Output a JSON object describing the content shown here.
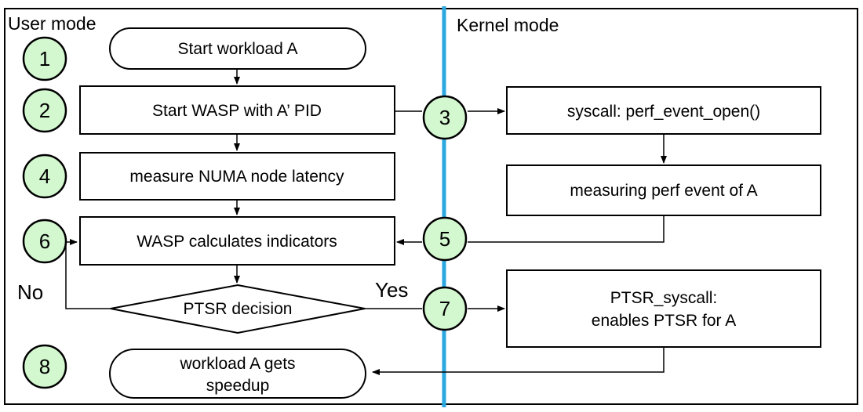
{
  "regions": {
    "user_mode": "User mode",
    "kernel_mode": "Kernel mode"
  },
  "nodes": {
    "start_workload": "Start workload A",
    "start_wasp": "Start WASP with A’ PID",
    "measure_numa": "measure NUMA node latency",
    "wasp_calculates": "WASP calculates indicators",
    "ptsr_decision": "PTSR decision",
    "workload_speedup": [
      "workload A gets",
      "speedup"
    ],
    "syscall_perf": "syscall: perf_event_open()",
    "measuring_perf": "measuring perf event of A",
    "ptsr_syscall": [
      "PTSR_syscall:",
      "enables PTSR for A"
    ]
  },
  "branches": {
    "no": "No",
    "yes": "Yes"
  },
  "steps": [
    "1",
    "2",
    "3",
    "4",
    "5",
    "6",
    "7",
    "8"
  ],
  "colors": {
    "step_fill": "#d3f7cf",
    "divider": "#2ba8e0",
    "stroke": "#000000",
    "background": "#ffffff"
  }
}
